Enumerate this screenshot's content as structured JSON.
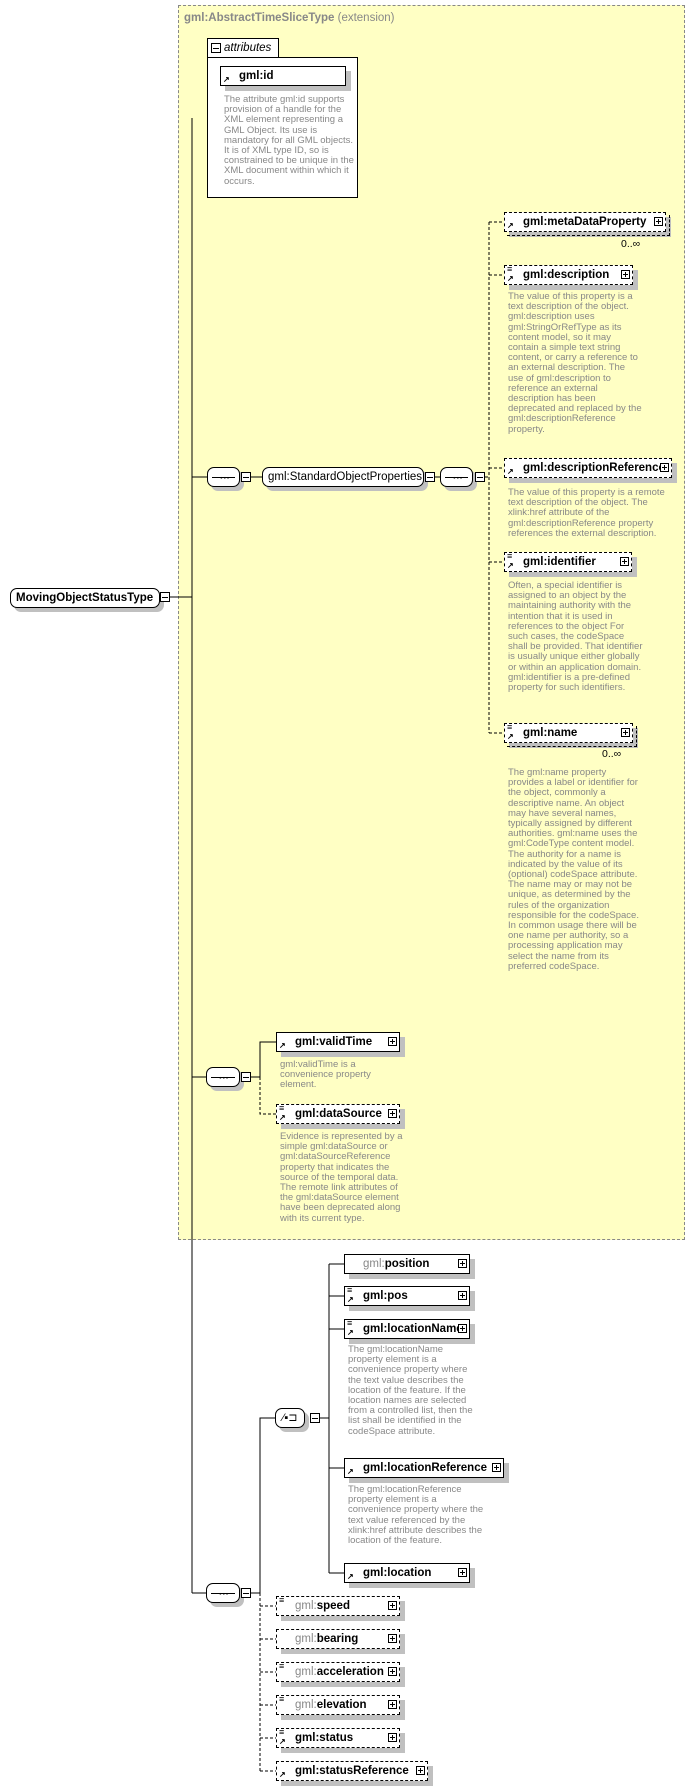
{
  "root": {
    "name": "MovingObjectStatusType"
  },
  "extension": {
    "base": "gml:AbstractTimeSliceType",
    "label": "(extension)"
  },
  "attributes": {
    "tab_label": "attributes",
    "items": [
      {
        "prefix": "gml:",
        "local": "id",
        "description": "The attribute gml:id supports provision of a handle for the XML element representing a GML Object. Its use is mandatory for all GML objects. It is of XML type ID, so is constrained to be unique in the XML document within which it occurs."
      }
    ]
  },
  "group": {
    "name": "gml:StandardObjectProperties"
  },
  "elements": [
    {
      "prefix": "gml:",
      "local": "metaDataProperty",
      "cardinality": "0..∞",
      "description": ""
    },
    {
      "prefix": "gml:",
      "local": "description",
      "cardinality": "",
      "description": "The value of this property is a text description of the object. gml:description uses gml:StringOrRefType as its content model, so it may contain a simple text string content, or carry a reference to an external description. The use of gml:description to reference an external description has been deprecated and replaced by the gml:descriptionReference property."
    },
    {
      "prefix": "gml:",
      "local": "descriptionReference",
      "cardinality": "",
      "description": "The value of this property is a remote text description of the object. The xlink:href attribute of the gml:descriptionReference property references the external description."
    },
    {
      "prefix": "gml:",
      "local": "identifier",
      "cardinality": "",
      "description": "Often, a special identifier is assigned to an object by the maintaining authority with the intention that it is used in references to the object For such cases, the codeSpace shall be provided. That identifier is usually unique either globally or within an application domain. gml:identifier is a pre-defined property for such identifiers."
    },
    {
      "prefix": "gml:",
      "local": "name",
      "cardinality": "0..∞",
      "description": "The gml:name property provides a label or identifier for the object, commonly a descriptive name. An object may have several names, typically assigned by different authorities. gml:name uses the gml:CodeType content model.  The authority for a name is indicated by the value of its (optional) codeSpace attribute.  The name may or may not be unique, as determined by the rules of the organization responsible for the codeSpace.  In common usage there will be one name per authority, so a processing application may select the name from its preferred codeSpace."
    },
    {
      "prefix": "gml:",
      "local": "validTime",
      "cardinality": "",
      "description": "gml:validTime is a convenience property element."
    },
    {
      "prefix": "gml:",
      "local": "dataSource",
      "cardinality": "",
      "description": "Evidence is represented by a simple gml:dataSource or gml:dataSourceReference property that indicates the source of the temporal data. The remote link attributes of the gml:dataSource element have been deprecated along with its current type."
    },
    {
      "prefix": "gml:",
      "local": "position",
      "cardinality": "",
      "description": ""
    },
    {
      "prefix": "gml:",
      "local": "pos",
      "cardinality": "",
      "description": ""
    },
    {
      "prefix": "gml:",
      "local": "locationName",
      "cardinality": "",
      "description": "The gml:locationName property element is a convenience property where the text value describes the location of the feature. If the location names are selected from a controlled list, then the list shall be identified in the codeSpace attribute."
    },
    {
      "prefix": "gml:",
      "local": "locationReference",
      "cardinality": "",
      "description": "The gml:locationReference property element is a convenience property where the text value referenced by the xlink:href attribute describes the location of the feature."
    },
    {
      "prefix": "gml:",
      "local": "location",
      "cardinality": "",
      "description": ""
    },
    {
      "prefix": "gml:",
      "local": "speed",
      "cardinality": "",
      "description": ""
    },
    {
      "prefix": "gml:",
      "local": "bearing",
      "cardinality": "",
      "description": ""
    },
    {
      "prefix": "gml:",
      "local": "acceleration",
      "cardinality": "",
      "description": ""
    },
    {
      "prefix": "gml:",
      "local": "elevation",
      "cardinality": "",
      "description": ""
    },
    {
      "prefix": "gml:",
      "local": "status",
      "cardinality": "",
      "description": ""
    },
    {
      "prefix": "gml:",
      "local": "statusReference",
      "cardinality": "",
      "description": ""
    }
  ],
  "icons": {
    "reference": "arrow-icon",
    "documentation": "lines-icon",
    "expand": "plus-icon",
    "collapse": "minus-icon",
    "sequence": "sequence-compositor-icon",
    "choice": "choice-compositor-icon"
  },
  "colors": {
    "extension_bg": "#ffffc4",
    "muted_text": "#888888",
    "shadow": "#c0c0c0"
  }
}
